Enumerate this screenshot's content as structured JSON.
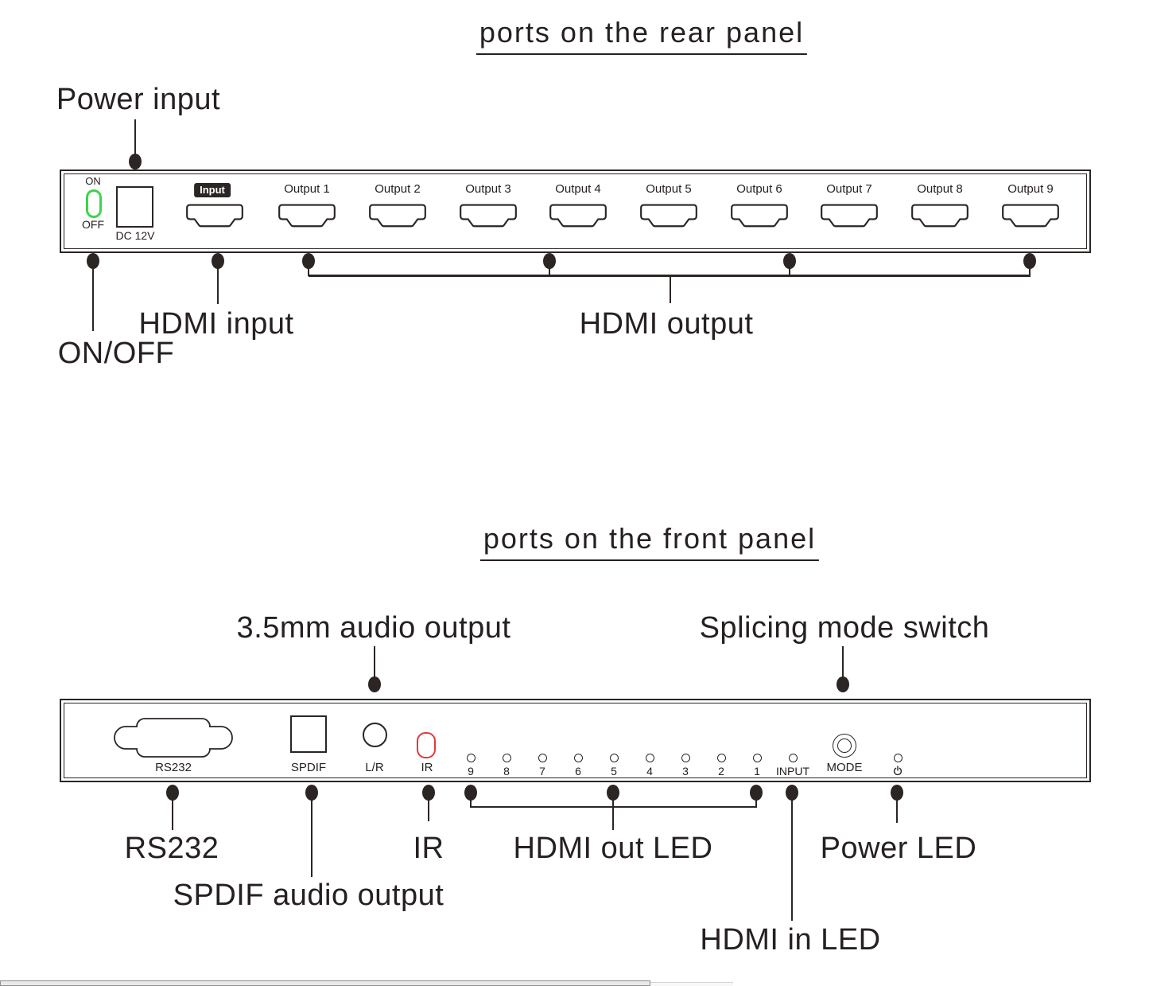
{
  "colors": {
    "ink": "#2b2524",
    "switch_green": "#3bd64a",
    "ir_red": "#e5383d"
  },
  "rear": {
    "title": "ports on the rear panel",
    "callouts": {
      "power_input": "Power input",
      "on_off": "ON/OFF",
      "hdmi_input": "HDMI input",
      "hdmi_output": "HDMI output"
    },
    "panel": {
      "switch_on": "ON",
      "switch_off": "OFF",
      "dc_label": "DC 12V",
      "input_badge": "Input",
      "outputs": [
        "Output 1",
        "Output 2",
        "Output 3",
        "Output 4",
        "Output 5",
        "Output 6",
        "Output 7",
        "Output 8",
        "Output 9"
      ]
    }
  },
  "front": {
    "title": "ports on the front panel",
    "callouts": {
      "audio_35mm": "3.5mm audio output",
      "splicing": "Splicing mode switch",
      "rs232": "RS232",
      "ir": "IR",
      "hdmi_out_led": "HDMI out LED",
      "power_led": "Power LED",
      "spdif_audio": "SPDIF audio output",
      "hdmi_in_led": "HDMI in LED"
    },
    "panel": {
      "rs232": "RS232",
      "spdif": "SPDIF",
      "lr": "L/R",
      "ir": "IR",
      "led_labels": [
        "9",
        "8",
        "7",
        "6",
        "5",
        "4",
        "3",
        "2",
        "1",
        "INPUT"
      ],
      "mode": "MODE",
      "power_icon": "power-standby-symbol"
    }
  }
}
